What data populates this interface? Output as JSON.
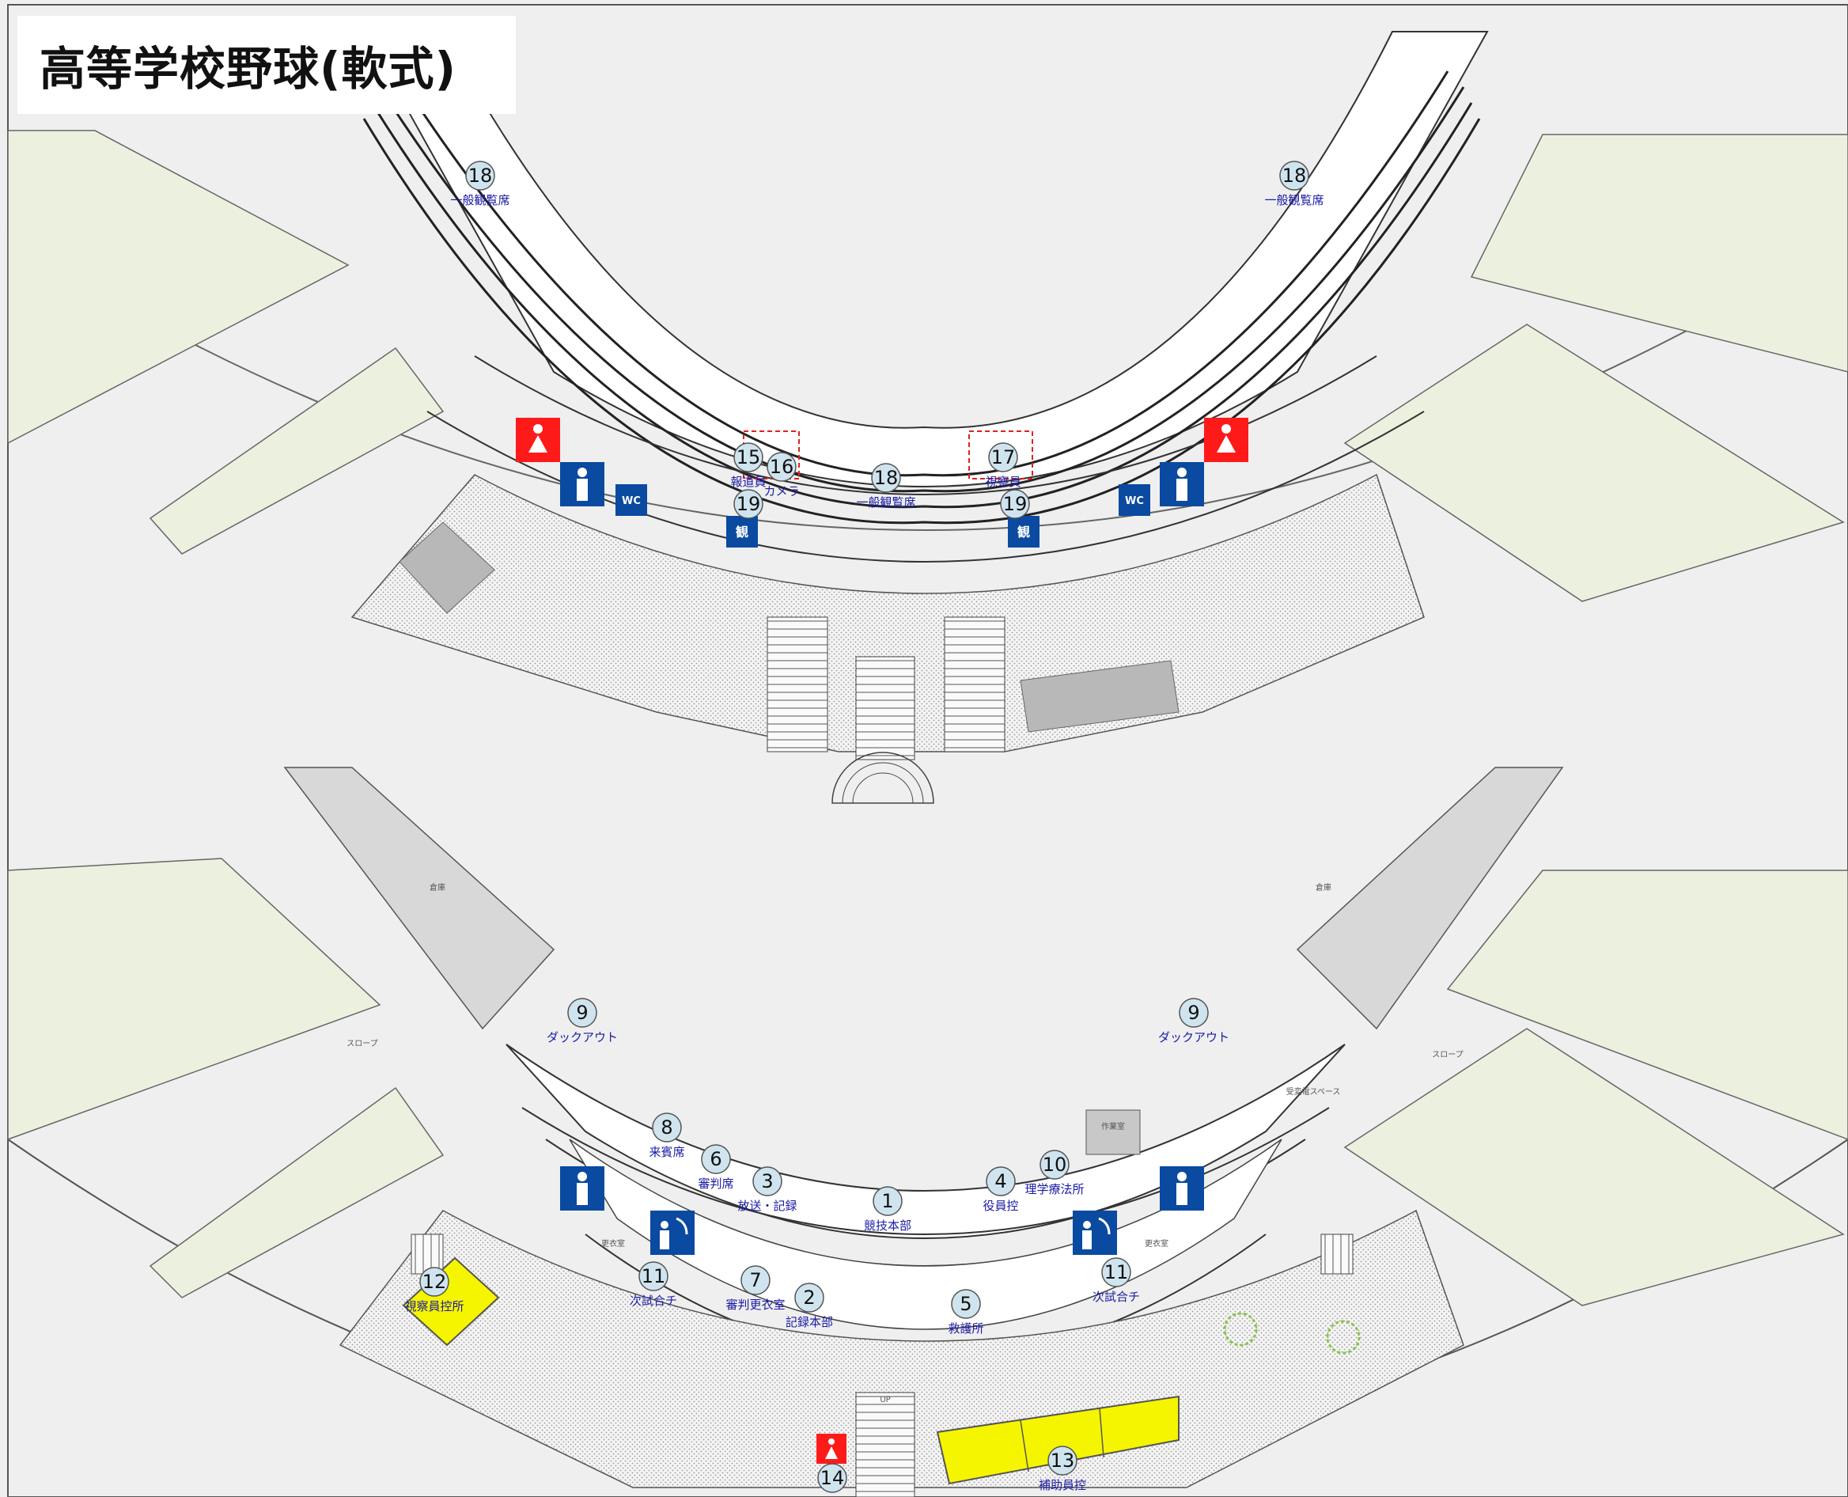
{
  "title": "高等学校野球(軟式)",
  "colors": {
    "background": "#efefef",
    "floor": "#ffffff",
    "green_area": "#ecf1df",
    "gray_room": "#d8d8d8",
    "hatch": "#cfcfcf",
    "marker_fill": "#cfe4ee",
    "toilet_women": "#ff1a1a",
    "toilet_men": "#0a4aa0",
    "accessible": "#0a4aa0",
    "highlight_yellow": "#f5f500",
    "label_text": "#1a1aa6",
    "reserved_outline": "#e02020"
  },
  "upper_level": {
    "markers": [
      {
        "number": "18",
        "label": "一般観覧席"
      },
      {
        "number": "18",
        "label": "一般観覧席"
      },
      {
        "number": "18",
        "label": "一般観覧席"
      },
      {
        "number": "15",
        "label": "報道員"
      },
      {
        "number": "16",
        "label": "カメラ"
      },
      {
        "number": "17",
        "label": "視察員"
      },
      {
        "number": "19",
        "label": ""
      },
      {
        "number": "19",
        "label": ""
      }
    ],
    "icons": {
      "women_toilet": "woman-icon",
      "men_toilet": "man-icon",
      "accessible_wc": "wheelchair-icon",
      "wc_text": "WC",
      "accessible_seat_text": "観"
    }
  },
  "lower_level": {
    "markers": [
      {
        "number": "1",
        "label": "競技本部"
      },
      {
        "number": "2",
        "label": "記録本部"
      },
      {
        "number": "3",
        "label": "放送・記録"
      },
      {
        "number": "4",
        "label": "役員控"
      },
      {
        "number": "5",
        "label": "救護所"
      },
      {
        "number": "6",
        "label": "審判席"
      },
      {
        "number": "7",
        "label": "審判更衣室"
      },
      {
        "number": "8",
        "label": "来賓席"
      },
      {
        "number": "9",
        "label": "ダックアウト"
      },
      {
        "number": "9",
        "label": "ダックアウト"
      },
      {
        "number": "10",
        "label": "理学療法所"
      },
      {
        "number": "11",
        "label": "次試合チ"
      },
      {
        "number": "11",
        "label": "次試合チ"
      },
      {
        "number": "12",
        "label": "視察員控所"
      },
      {
        "number": "13",
        "label": "補助員控"
      },
      {
        "number": "14",
        "label": ""
      }
    ],
    "room_texts": [
      "倉庫",
      "倉庫",
      "スロープ",
      "スロープ",
      "受変電スペース",
      "作業室",
      "更衣室",
      "更衣室",
      "UP"
    ]
  }
}
